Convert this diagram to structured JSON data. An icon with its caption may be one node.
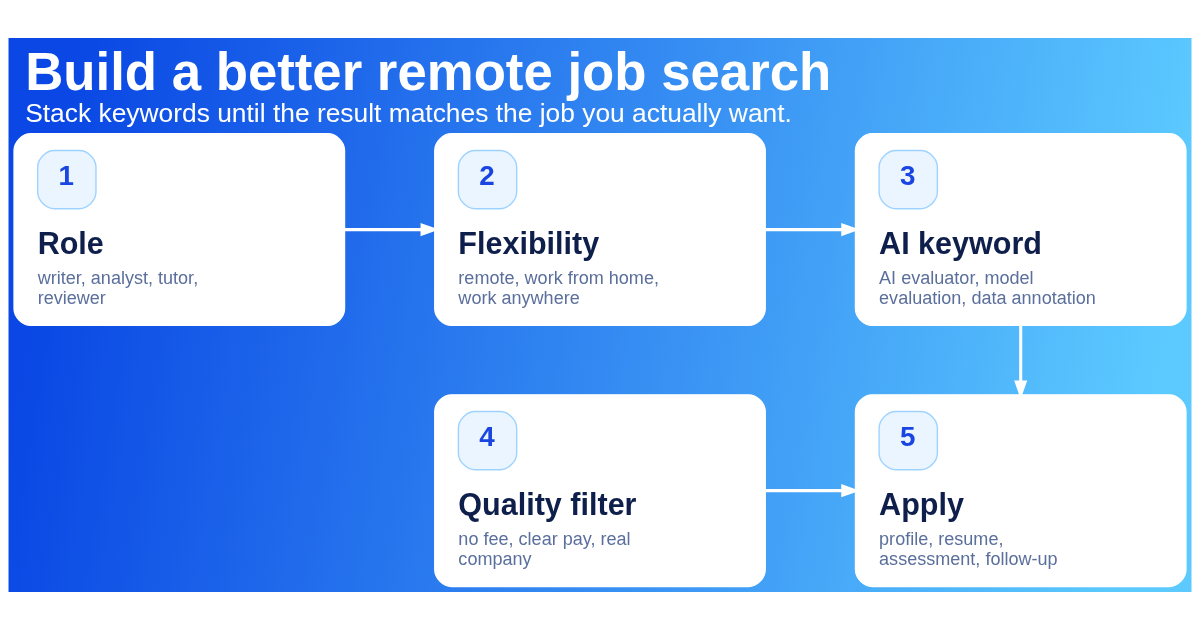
{
  "diagram": {
    "title": "Build a better remote job search",
    "caption": "Stack keywords until the result matches the job you actually want.",
    "nodes": [
      {
        "text": [
          "1",
          "Role",
          "writer, analyst, tutor, reviewer"
        ]
      },
      {
        "text": [
          "2",
          "Flexibility",
          "remote, work from home, work anywhere"
        ]
      },
      {
        "text": [
          "3",
          "AI keyword",
          "AI evaluator, model evaluation, data annotation"
        ]
      },
      {
        "text": [
          "4",
          "Quality filter",
          "no fee, clear pay, real company"
        ]
      },
      {
        "text": [
          "5",
          "Apply",
          "profile, resume, assessment, follow-up"
        ]
      }
    ],
    "edges": [
      {
        "from": 0,
        "to": 1,
        "arrow": "to"
      },
      {
        "from": 1,
        "to": 2,
        "arrow": "to"
      },
      {
        "from": 2,
        "to": 4,
        "arrow": "to"
      },
      {
        "from": 3,
        "to": 4,
        "arrow": "to"
      }
    ]
  }
}
